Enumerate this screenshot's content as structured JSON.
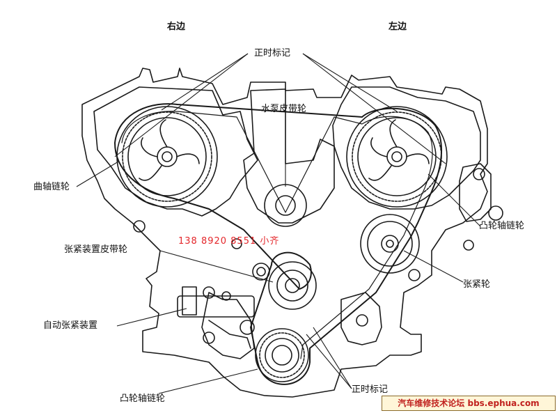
{
  "labels": {
    "right_side": "右边",
    "left_side": "左边",
    "timing_mark_top": "正时标记",
    "water_pump_pulley": "水泵皮带轮",
    "crank_sprocket": "曲轴链轮",
    "cam_sprocket_right": "凸轮轴链轮",
    "tensioner_pulley": "张紧装置皮带轮",
    "tensioner": "张紧轮",
    "auto_tensioner": "自动张紧装置",
    "timing_mark_bottom": "正时标记",
    "cam_sprocket_bottom": "凸轮轴链轮"
  },
  "watermark": {
    "phone": "138 8920 8551 小齐",
    "forum": "汽车维修技术论坛 bbs.ephua.com"
  },
  "colors": {
    "line": "#1a1a1a",
    "watermark": "#e4262a",
    "forum_bg": "#fff6d8"
  }
}
